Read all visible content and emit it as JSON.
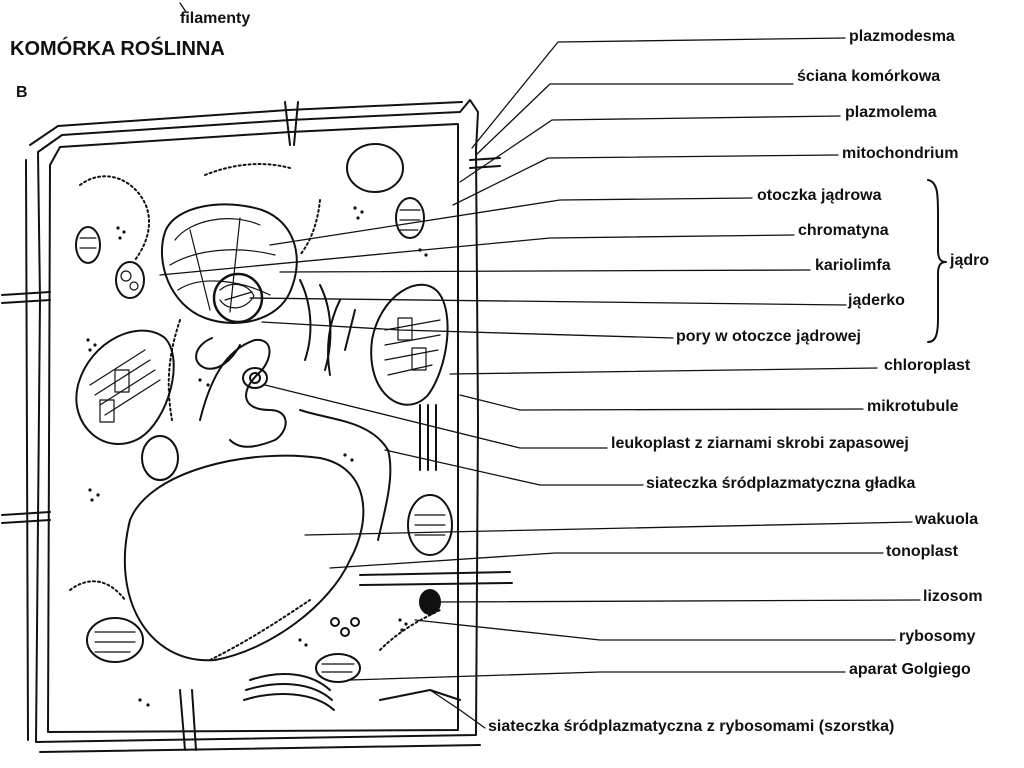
{
  "header": {
    "filamenty": "filamenty",
    "title": "KOMÓRKA ROŚLINNA",
    "panel_letter": "B"
  },
  "labels": {
    "plazmodesma": "plazmodesma",
    "sciana": "ściana komórkowa",
    "plazmolema": "plazmolema",
    "mitochondrium": "mitochondrium",
    "otoczka": "otoczka jądrowa",
    "chromatyna": "chromatyna",
    "kariolimfa": "kariolimfa",
    "jaderko": "jąderko",
    "pory": "pory w otoczce jądrowej",
    "jadro": "jądro",
    "chloroplast": "chloroplast",
    "mikrotubule": "mikrotubule",
    "leukoplast": "leukoplast z ziarnami skrobi zapasowej",
    "er_gladka": "siateczka śródplazmatyczna gładka",
    "wakuola": "wakuola",
    "tonoplast": "tonoplast",
    "lizosom": "lizosom",
    "rybosomy": "rybosomy",
    "golgi": "aparat Golgiego",
    "er_szorstka": "siateczka śródplazmatyczna z rybosomami (szorstka)"
  },
  "colors": {
    "ink": "#111111",
    "paper": "#ffffff"
  }
}
